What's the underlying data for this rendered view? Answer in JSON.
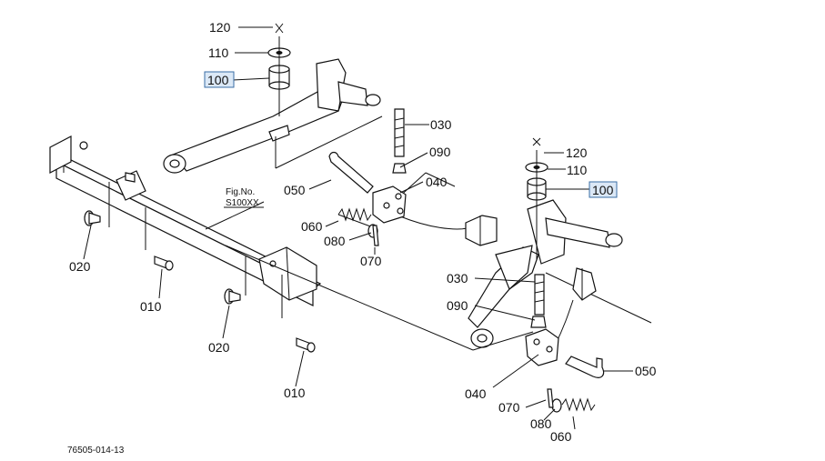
{
  "figure": {
    "fig_no_label": "Fig.No.",
    "fig_code": "S100XX",
    "drawing_number": "76505-014-13",
    "highlight_color": "#dbe8f6",
    "highlight_border": "#3a6ea5"
  },
  "callouts": {
    "c010_a": "010",
    "c010_b": "010",
    "c020_a": "020",
    "c020_b": "020",
    "c030_a": "030",
    "c030_b": "030",
    "c040_a": "040",
    "c040_b": "040",
    "c050_a": "050",
    "c050_b": "050",
    "c060_a": "060",
    "c060_b": "060",
    "c070_a": "070",
    "c070_b": "070",
    "c080_a": "080",
    "c080_b": "080",
    "c090_a": "090",
    "c090_b": "090",
    "c100_a": "100",
    "c100_b": "100",
    "c110_a": "110",
    "c110_b": "110",
    "c120_a": "120",
    "c120_b": "120"
  }
}
